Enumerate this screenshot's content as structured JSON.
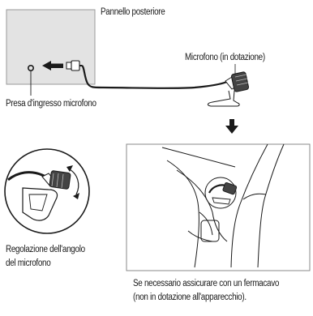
{
  "labels": {
    "rear_panel": "Pannello posteriore",
    "microphone": "Microfono (in dotazione)",
    "mic_jack": "Presa d'ingresso microfono",
    "angle_line1": "Regolazione dell'angolo",
    "angle_line2": "del microfono",
    "note_line1": "Se necessario assicurare con un fermacavo",
    "note_line2": "(non in dotazione all'apparecchio)."
  },
  "colors": {
    "panel_fill": "#e3e3e3",
    "panel_stroke": "#9a9a9a",
    "line": "#1a1a1a"
  }
}
